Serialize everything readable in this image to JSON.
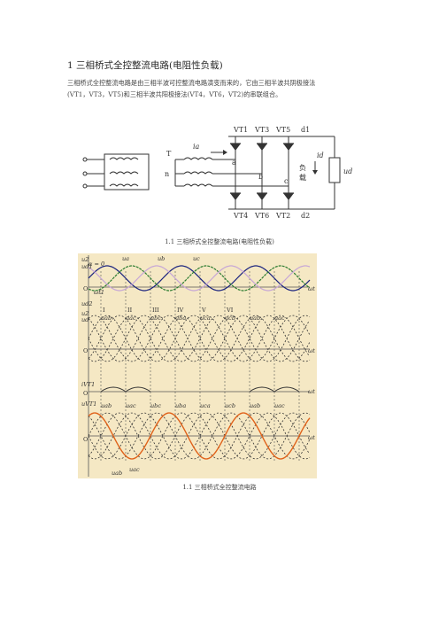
{
  "title": "1 三相桥式全控整流电路(电阻性负载)",
  "paragraph_line1": "三相桥式全控整流电路是由三相半波可控整流电路演变而来的，它由三相半波共阴极接法",
  "paragraph_line2": "(VT1，VT3，VT5)和三相半波共阳极接法(VT4，VT6，VT2)的串联组合。",
  "figure1": {
    "caption": "1.1 三相桥式全控整流电路(电阻性负载)",
    "labels": {
      "vt1": "VT1",
      "vt3": "VT3",
      "vt5": "VT5",
      "d1": "d1",
      "vt4": "VT4",
      "vt6": "VT6",
      "vt2": "VT2",
      "d2": "d2",
      "transformer": "T",
      "neutral": "n",
      "ia": "ia",
      "node_a": "a",
      "node_b": "b",
      "node_c": "c",
      "id": "id",
      "load1": "负",
      "load2": "载",
      "ud": "ud"
    }
  },
  "figure2": {
    "caption": "1.1 三相桥式全控整流电路",
    "labels": {
      "u2": "u2",
      "ud1": "ud1",
      "alpha": "α = 0",
      "ua": "ua",
      "ub": "ub",
      "uc": "uc",
      "origin": "O",
      "wt": "ωt",
      "wt1": "ωt1",
      "ud2": "ud2",
      "ud": "ud",
      "stage1": "I",
      "stage2": "II",
      "stage3": "III",
      "stage4": "IV",
      "stage5": "V",
      "stage6": "VI",
      "ivt1": "iVT1",
      "uvt1": "uVT1",
      "top_uab": "uab",
      "top_uac": "uac",
      "top_ubc": "ubc",
      "top_uba": "uba",
      "top_uca": "uca",
      "top_ucb": "ucb",
      "top_uab2": "uab",
      "top_uac2": "uac",
      "bot_uab": "uab",
      "bot_uac": "uac"
    }
  }
}
